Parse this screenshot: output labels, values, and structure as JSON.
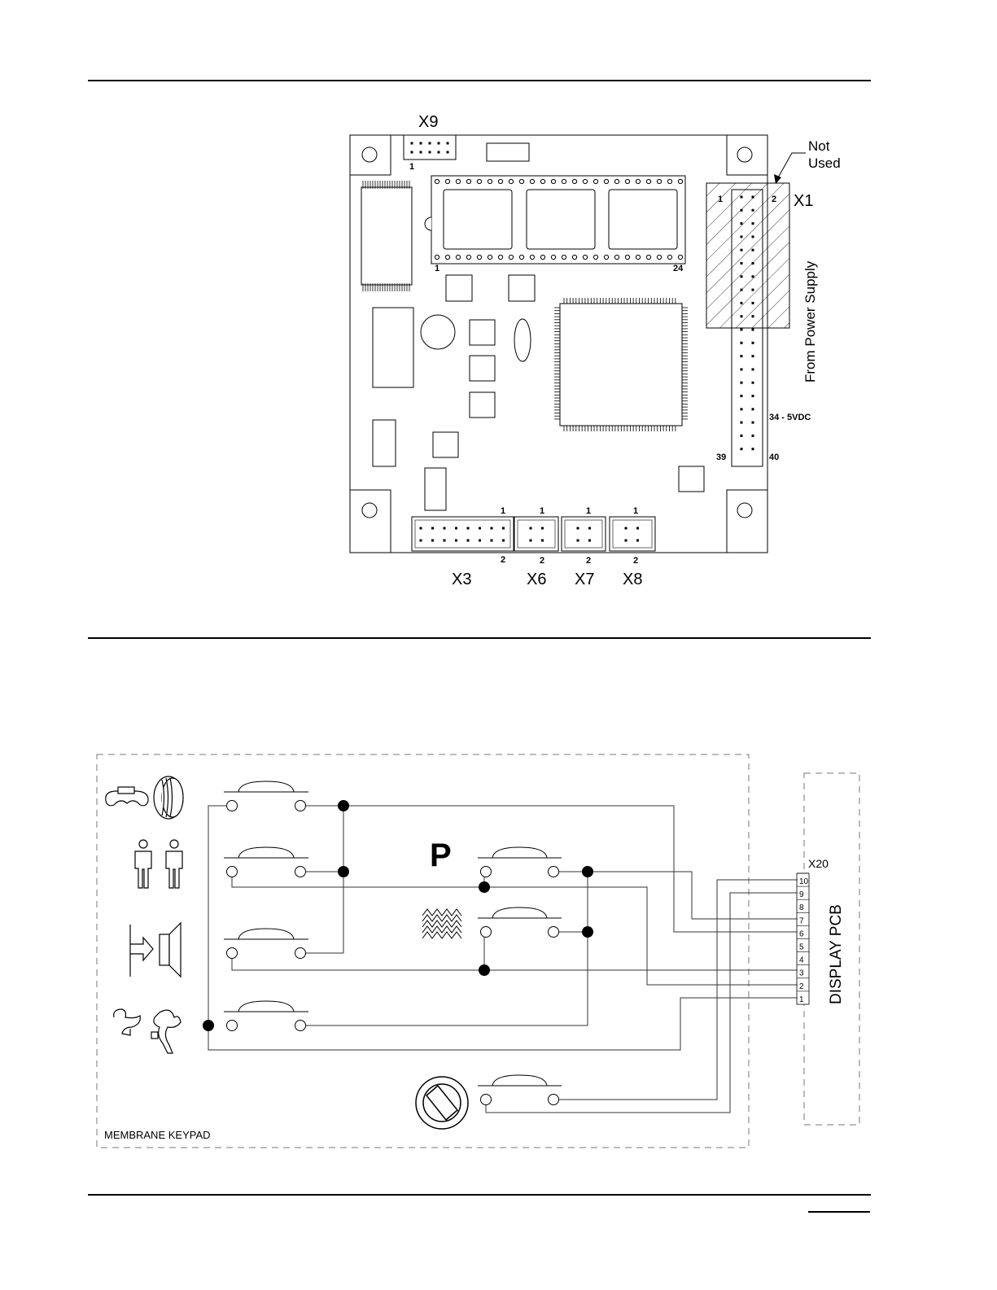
{
  "board_diagram": {
    "connectors": {
      "x9": {
        "label": "X9",
        "pin_1": "1"
      },
      "x1": {
        "label": "X1",
        "pin_1": "1",
        "pin_2": "2",
        "pin_39": "39",
        "pin_40": "40",
        "pin_34": "34 - 5VDC"
      },
      "x3": {
        "label": "X3",
        "pin_1": "1",
        "pin_2": "2"
      },
      "x6": {
        "label": "X6",
        "pin_1": "1",
        "pin_2": "2"
      },
      "x7": {
        "label": "X7",
        "pin_1": "1",
        "pin_2": "2"
      },
      "x8": {
        "label": "X8",
        "pin_1": "1",
        "pin_2": "2"
      }
    },
    "socket_pins": {
      "first": "1",
      "last": "24"
    },
    "not_used": {
      "line1": "Not",
      "line2": "Used"
    },
    "power_label": "From Power Supply"
  },
  "keypad_diagram": {
    "keypad_label": "MEMBRANE KEYPAD",
    "p_key_label": "P",
    "display_label": "DISPLAY PCB",
    "connector_label": "X20",
    "connector_pins": [
      "10",
      "9",
      "8",
      "7",
      "6",
      "5",
      "4",
      "3",
      "2",
      "1"
    ]
  },
  "icons": [
    "clip-weight-icon",
    "tire-icon",
    "person-icon",
    "speaker-icon",
    "alloy-wheel-icon",
    "stop-icon",
    "wave-icon"
  ]
}
